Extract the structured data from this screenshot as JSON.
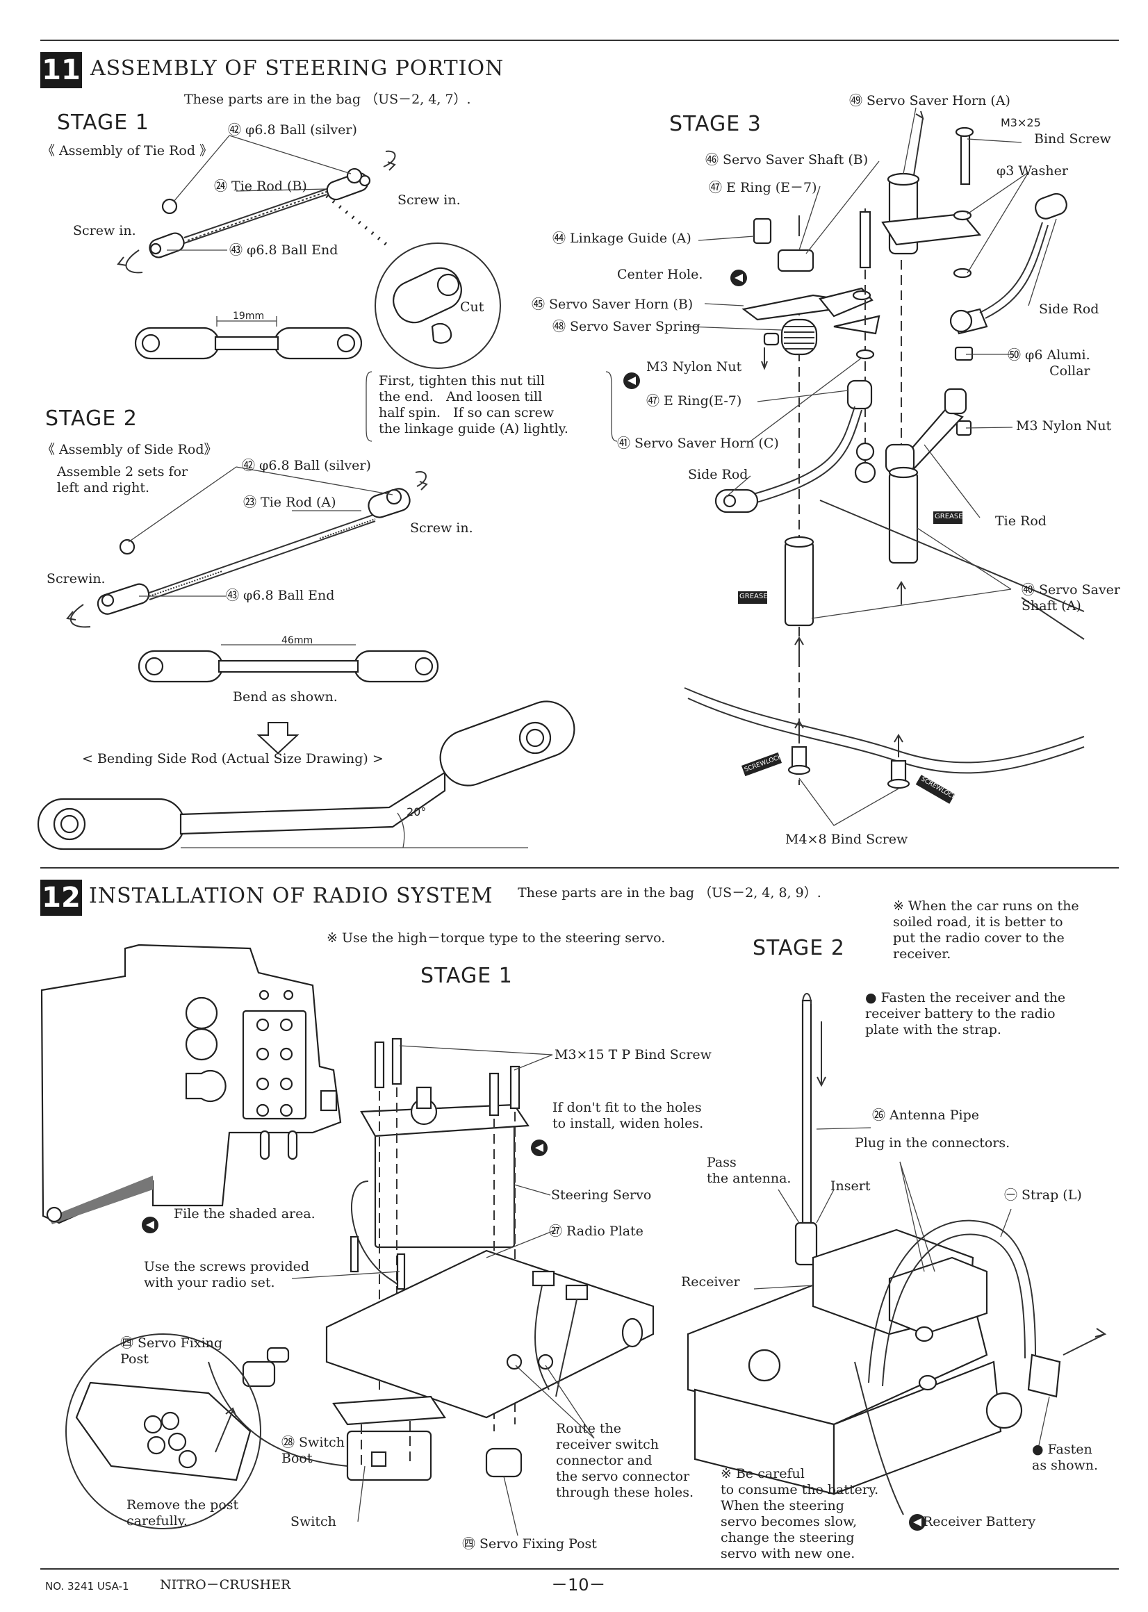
{
  "section11": {
    "number": "11",
    "title": "ASSEMBLY OF STEERING PORTION",
    "bag_note": "These parts are in the bag （US－2, 4, 7）.",
    "stage1": {
      "title": "STAGE 1",
      "subtitle": "《 Assembly of Tie Rod 》",
      "ball": "㊷ φ6.8 Ball (silver)",
      "tie_rod": "㉔ Tie Rod (B)",
      "screw_in_left": "Screw in.",
      "screw_in_right": "Screw in.",
      "ball_end": "㊸ φ6.8 Ball End",
      "dim": "19mm",
      "cut": "Cut",
      "note": "First, tighten this nut till\nthe end.   And loosen till\nhalf spin.   If so can screw\nthe linkage guide (A) lightly."
    },
    "stage2": {
      "title": "STAGE 2",
      "subtitle": "《 Assembly of Side Rod》",
      "sets": "Assemble 2 sets for\nleft and right.",
      "ball": "㊷ φ6.8 Ball (silver)",
      "tie_rod": "㉓ Tie Rod (A)",
      "screw_in_right": "Screw in.",
      "screw_in_left": "Screwin.",
      "ball_end": "㊸ φ6.8 Ball End",
      "dim": "46mm",
      "bend": "Bend as shown.",
      "bending": "< Bending Side Rod (Actual Size Drawing) >",
      "angle": "20°"
    },
    "stage3": {
      "title": "STAGE 3",
      "saver_horn_a": "㊾ Servo Saver Horn (A)",
      "m3x25": "M3×25",
      "bind_screw": "Bind Screw",
      "saver_shaft_b": "㊻ Servo Saver Shaft (B)",
      "e_ring_top": "㊼ E Ring (E－7)",
      "washer": "φ3 Washer",
      "linkage_guide": "㊹ Linkage Guide (A)",
      "center_hole": "Center Hole.",
      "saver_horn_b": "㊺ Servo Saver Horn (B)",
      "saver_spring": "㊽ Servo Saver Spring",
      "side_rod_right": "Side Rod",
      "m3_nylon_nut_left": "M3 Nylon Nut",
      "collar": "㊿ φ6 Alumi.\nCollar",
      "e_ring_mid": "㊼ E Ring(E-7)",
      "m3_nylon_nut_right": "M3 Nylon Nut",
      "saver_horn_c": "㊶ Servo Saver Horn (C)",
      "side_rod_left": "Side Rod",
      "grease1": "GREASE",
      "grease2": "GREASE",
      "tie_rod": "Tie Rod",
      "saver_shaft_a": "㊵ Servo Saver\nShaft (A)",
      "cement1": "SCREWLOCK",
      "cement2": "SCREWLOCK",
      "bind_screw_m4": "M4×8 Bind Screw"
    }
  },
  "section12": {
    "number": "12",
    "title": "INSTALLATION OF RADIO SYSTEM",
    "bag_note": "These parts are in the bag （US－2, 4, 8, 9）.",
    "road_note": "※ When the car runs on the\nsoiled road, it is better to\nput the radio cover to the\nreceiver.",
    "torque_note": "※ Use the high－torque type to the steering servo.",
    "stage1": {
      "title": "STAGE 1",
      "bind_screw": "M3×15 T P Bind Screw",
      "holes_note": "If don't fit to the holes\nto install, widen holes.",
      "steering_servo": "Steering Servo",
      "radio_plate": "㉗ Radio Plate",
      "file_shaded": "File the shaded area.",
      "use_screws": "Use the screws provided\nwith your radio set.",
      "servo_fixing_post": "㊃ Servo Fixing\nPost",
      "switch_boot": "㉘ Switch\nBoot",
      "route_note": "Route the\nreceiver switch\nconnector and\nthe servo connector\nthrough these holes.",
      "remove_post": "Remove the post\ncarefully.",
      "switch": "Switch",
      "servo_fixing_post_bottom": "㊃ Servo Fixing Post"
    },
    "stage2": {
      "title": "STAGE 2",
      "fasten_note": "● Fasten the receiver and the\nreceiver battery to the radio\nplate with the strap.",
      "antenna_pipe": "㉖ Antenna Pipe",
      "plug": "Plug in the connectors.",
      "pass_antenna": "Pass\nthe antenna.",
      "insert": "Insert",
      "strap": "㊀ Strap (L)",
      "receiver": "Receiver",
      "fasten_shown": "● Fasten\nas shown.",
      "careful_note": "※ Be careful\nto consume the battery.\nWhen the steering\nservo becomes slow,\nchange the steering\nservo with new one.",
      "receiver_battery": "Receiver Battery"
    }
  },
  "footer": {
    "doc_code": "NO. 3241 USA-1",
    "model": "NITRO－CRUSHER",
    "page": "－10－"
  }
}
